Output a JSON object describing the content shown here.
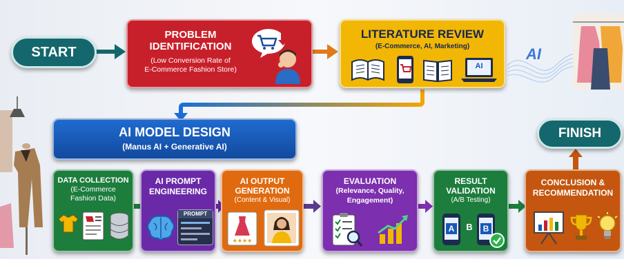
{
  "start": "START",
  "finish": "FINISH",
  "ai_label": "AI",
  "problem": {
    "title_line1": "PROBLEM",
    "title_line2": "IDENTIFICATION",
    "sub_line1": "(Low Conversion Rate of",
    "sub_line2": "E-Commerce Fashion Store)"
  },
  "literature": {
    "title": "LITERATURE REVIEW",
    "sub": "(E-Commerce, AI, Marketing)",
    "laptop_label": "AI"
  },
  "model": {
    "title": "AI MODEL DESIGN",
    "sub": "(Manus AI + Generative AI)"
  },
  "steps": {
    "data": {
      "line1": "DATA COLLECTION",
      "line2": "(E-Commerce",
      "line3": "Fashion Data)"
    },
    "prompt": {
      "line1": "AI PROMPT",
      "line2": "ENGINEERING",
      "tag": "PROMPT"
    },
    "output": {
      "line1": "AI OUTPUT",
      "line2": "GENERATION",
      "line3": "(Content & Visual)"
    },
    "evaluation": {
      "line1": "EVALUATION",
      "line2": "(Relevance, Quality,",
      "line3": "Engagement)"
    },
    "validation": {
      "line1": "RESULT",
      "line2": "VALIDATION",
      "line3": "(A/B Testing)",
      "a": "A",
      "b": "B",
      "b2": "B"
    },
    "conclusion": {
      "line1": "CONCLUSION &",
      "line2": "RECOMMENDATION"
    }
  },
  "colors": {
    "teal": "#14676c",
    "red": "#c8202a",
    "yellow": "#f2b705",
    "blue": "#1859b5",
    "green": "#1d7d3d",
    "purple": "#6a2aa8",
    "orange": "#e06a0f",
    "purple2": "#7c2fae",
    "burnt": "#c4560f"
  }
}
